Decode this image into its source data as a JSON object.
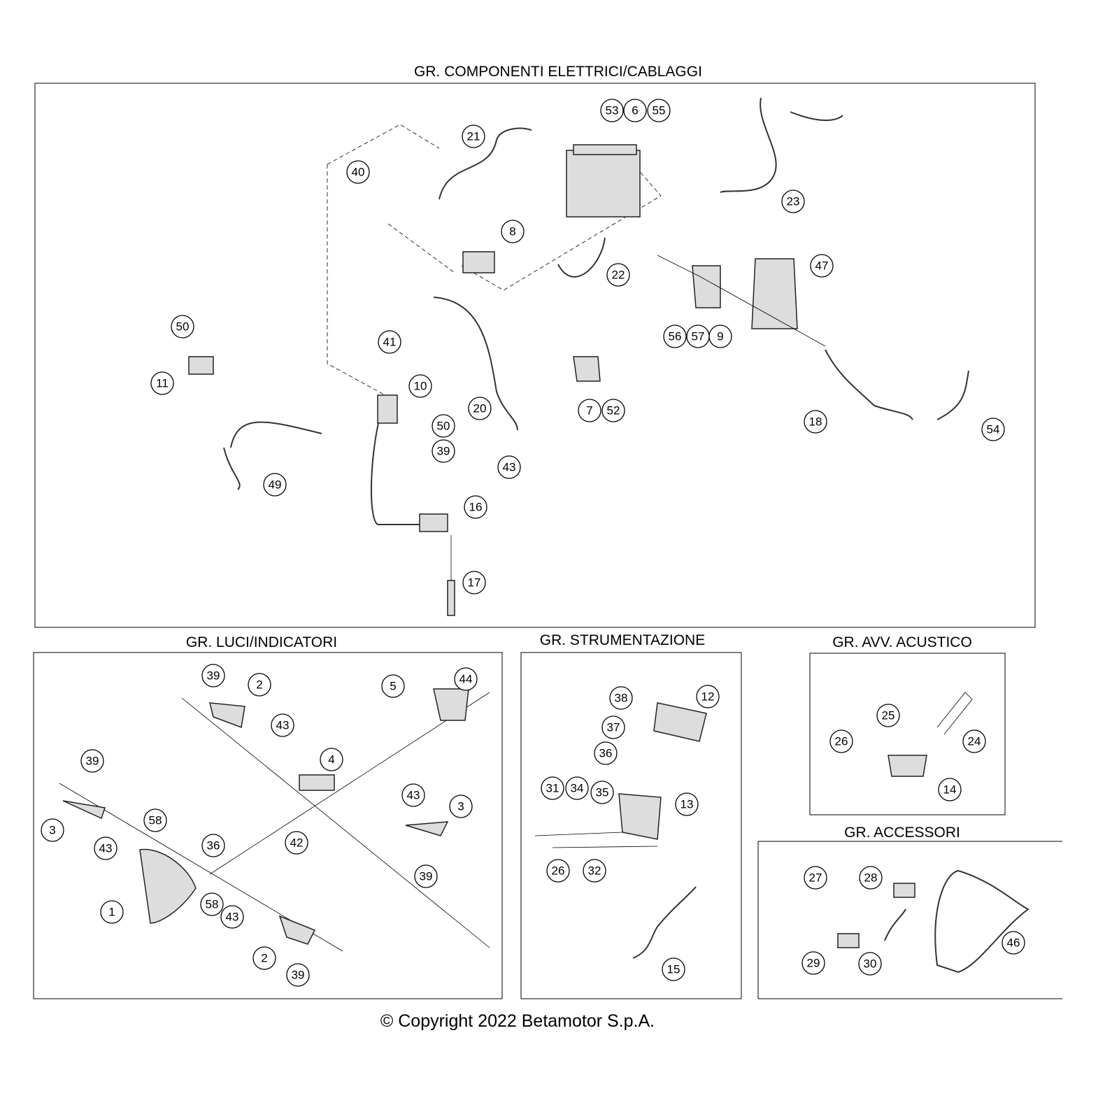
{
  "sections": {
    "main": {
      "title": "GR. COMPONENTI ELETTRICI/CABLAGGI",
      "callouts": [
        "53",
        "6",
        "55",
        "21",
        "40",
        "23",
        "8",
        "22",
        "47",
        "56",
        "57",
        "9",
        "41",
        "50",
        "11",
        "10",
        "20",
        "7",
        "52",
        "18",
        "54",
        "50",
        "39",
        "43",
        "49",
        "16",
        "17"
      ]
    },
    "luci": {
      "title": "GR. LUCI/INDICATORI",
      "callouts": [
        "39",
        "2",
        "5",
        "44",
        "43",
        "39",
        "4",
        "43",
        "3",
        "58",
        "36",
        "3",
        "43",
        "42",
        "39",
        "1",
        "58",
        "43",
        "2",
        "39"
      ]
    },
    "strumentazione": {
      "title": "GR. STRUMENTAZIONE",
      "callouts": [
        "38",
        "12",
        "37",
        "36",
        "31",
        "34",
        "35",
        "13",
        "26",
        "32",
        "15"
      ]
    },
    "avv_acustico": {
      "title": "GR. AVV. ACUSTICO",
      "callouts": [
        "25",
        "26",
        "24",
        "14"
      ]
    },
    "accessori": {
      "title": "GR. ACCESSORI",
      "callouts": [
        "27",
        "28",
        "29",
        "30",
        "46"
      ]
    }
  },
  "copyright": "© Copyright 2022 Betamotor S.p.A."
}
